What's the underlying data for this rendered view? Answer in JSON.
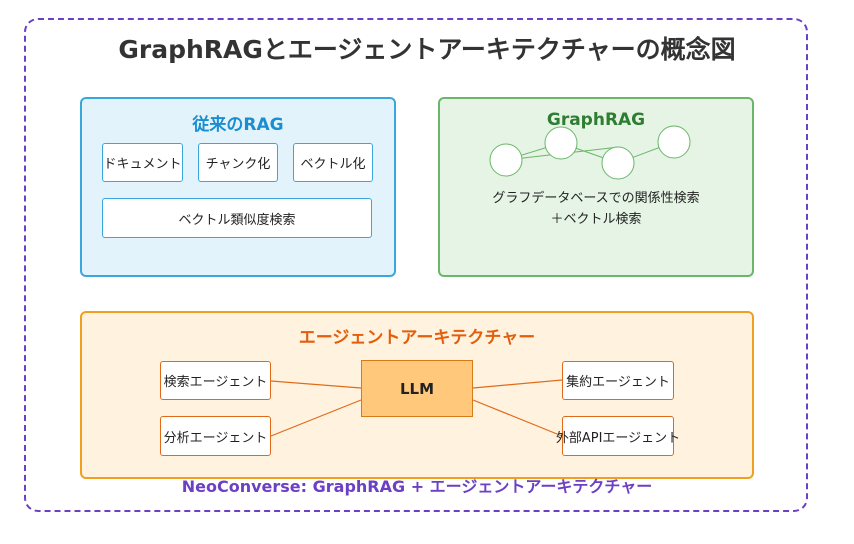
{
  "title": "GraphRAGとエージェントアーキテクチャーの概念図",
  "traditional_rag": {
    "title": "従来のRAG",
    "items": [
      "ドキュメント",
      "チャンク化",
      "ベクトル化"
    ],
    "search": "ベクトル類似度検索"
  },
  "graphrag": {
    "title": "GraphRAG",
    "description_lines": [
      "グラフデータベースでの関係性検索",
      "＋ベクトル検索"
    ]
  },
  "agent_architecture": {
    "title": "エージェントアーキテクチャー",
    "llm": "LLM",
    "agents": {
      "search": "検索エージェント",
      "analysis": "分析エージェント",
      "summary": "集約エージェント",
      "external_api": "外部APIエージェント"
    }
  },
  "footer": "NeoConverse: GraphRAG + エージェントアーキテクチャー",
  "colors": {
    "outer_border": "#6c3fc4",
    "traditional_fill": "#e3f3fb",
    "traditional_border": "#3aa7dc",
    "graphrag_fill": "#e5f4e4",
    "graphrag_border": "#6bb66b",
    "agent_fill": "#fff3df",
    "agent_border": "#f0a020",
    "llm_fill": "#ffc87a",
    "connector": "#e06a1a"
  }
}
